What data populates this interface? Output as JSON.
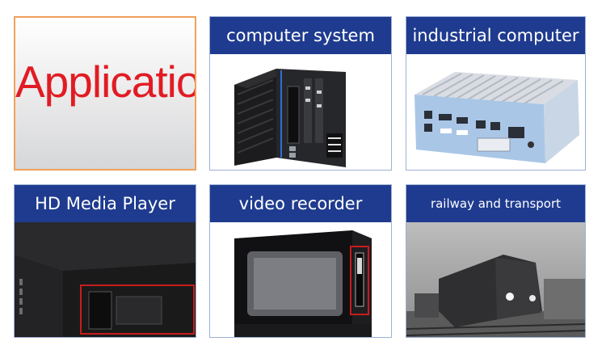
{
  "app_tile": {
    "label": "Application"
  },
  "tiles": [
    {
      "title": "computer system",
      "icon": "fanless-computer-system-image"
    },
    {
      "title": "industrial computer",
      "icon": "industrial-computer-image"
    },
    {
      "title": "HD Media Player",
      "icon": "hd-media-player-image"
    },
    {
      "title": "video recorder",
      "icon": "video-recorder-image"
    },
    {
      "title": "railway and transport",
      "icon": "railway-train-image"
    }
  ],
  "colors": {
    "header_bg": "#1f3b8f",
    "accent_red": "#e21b23",
    "border_orange": "#f0a25a"
  }
}
